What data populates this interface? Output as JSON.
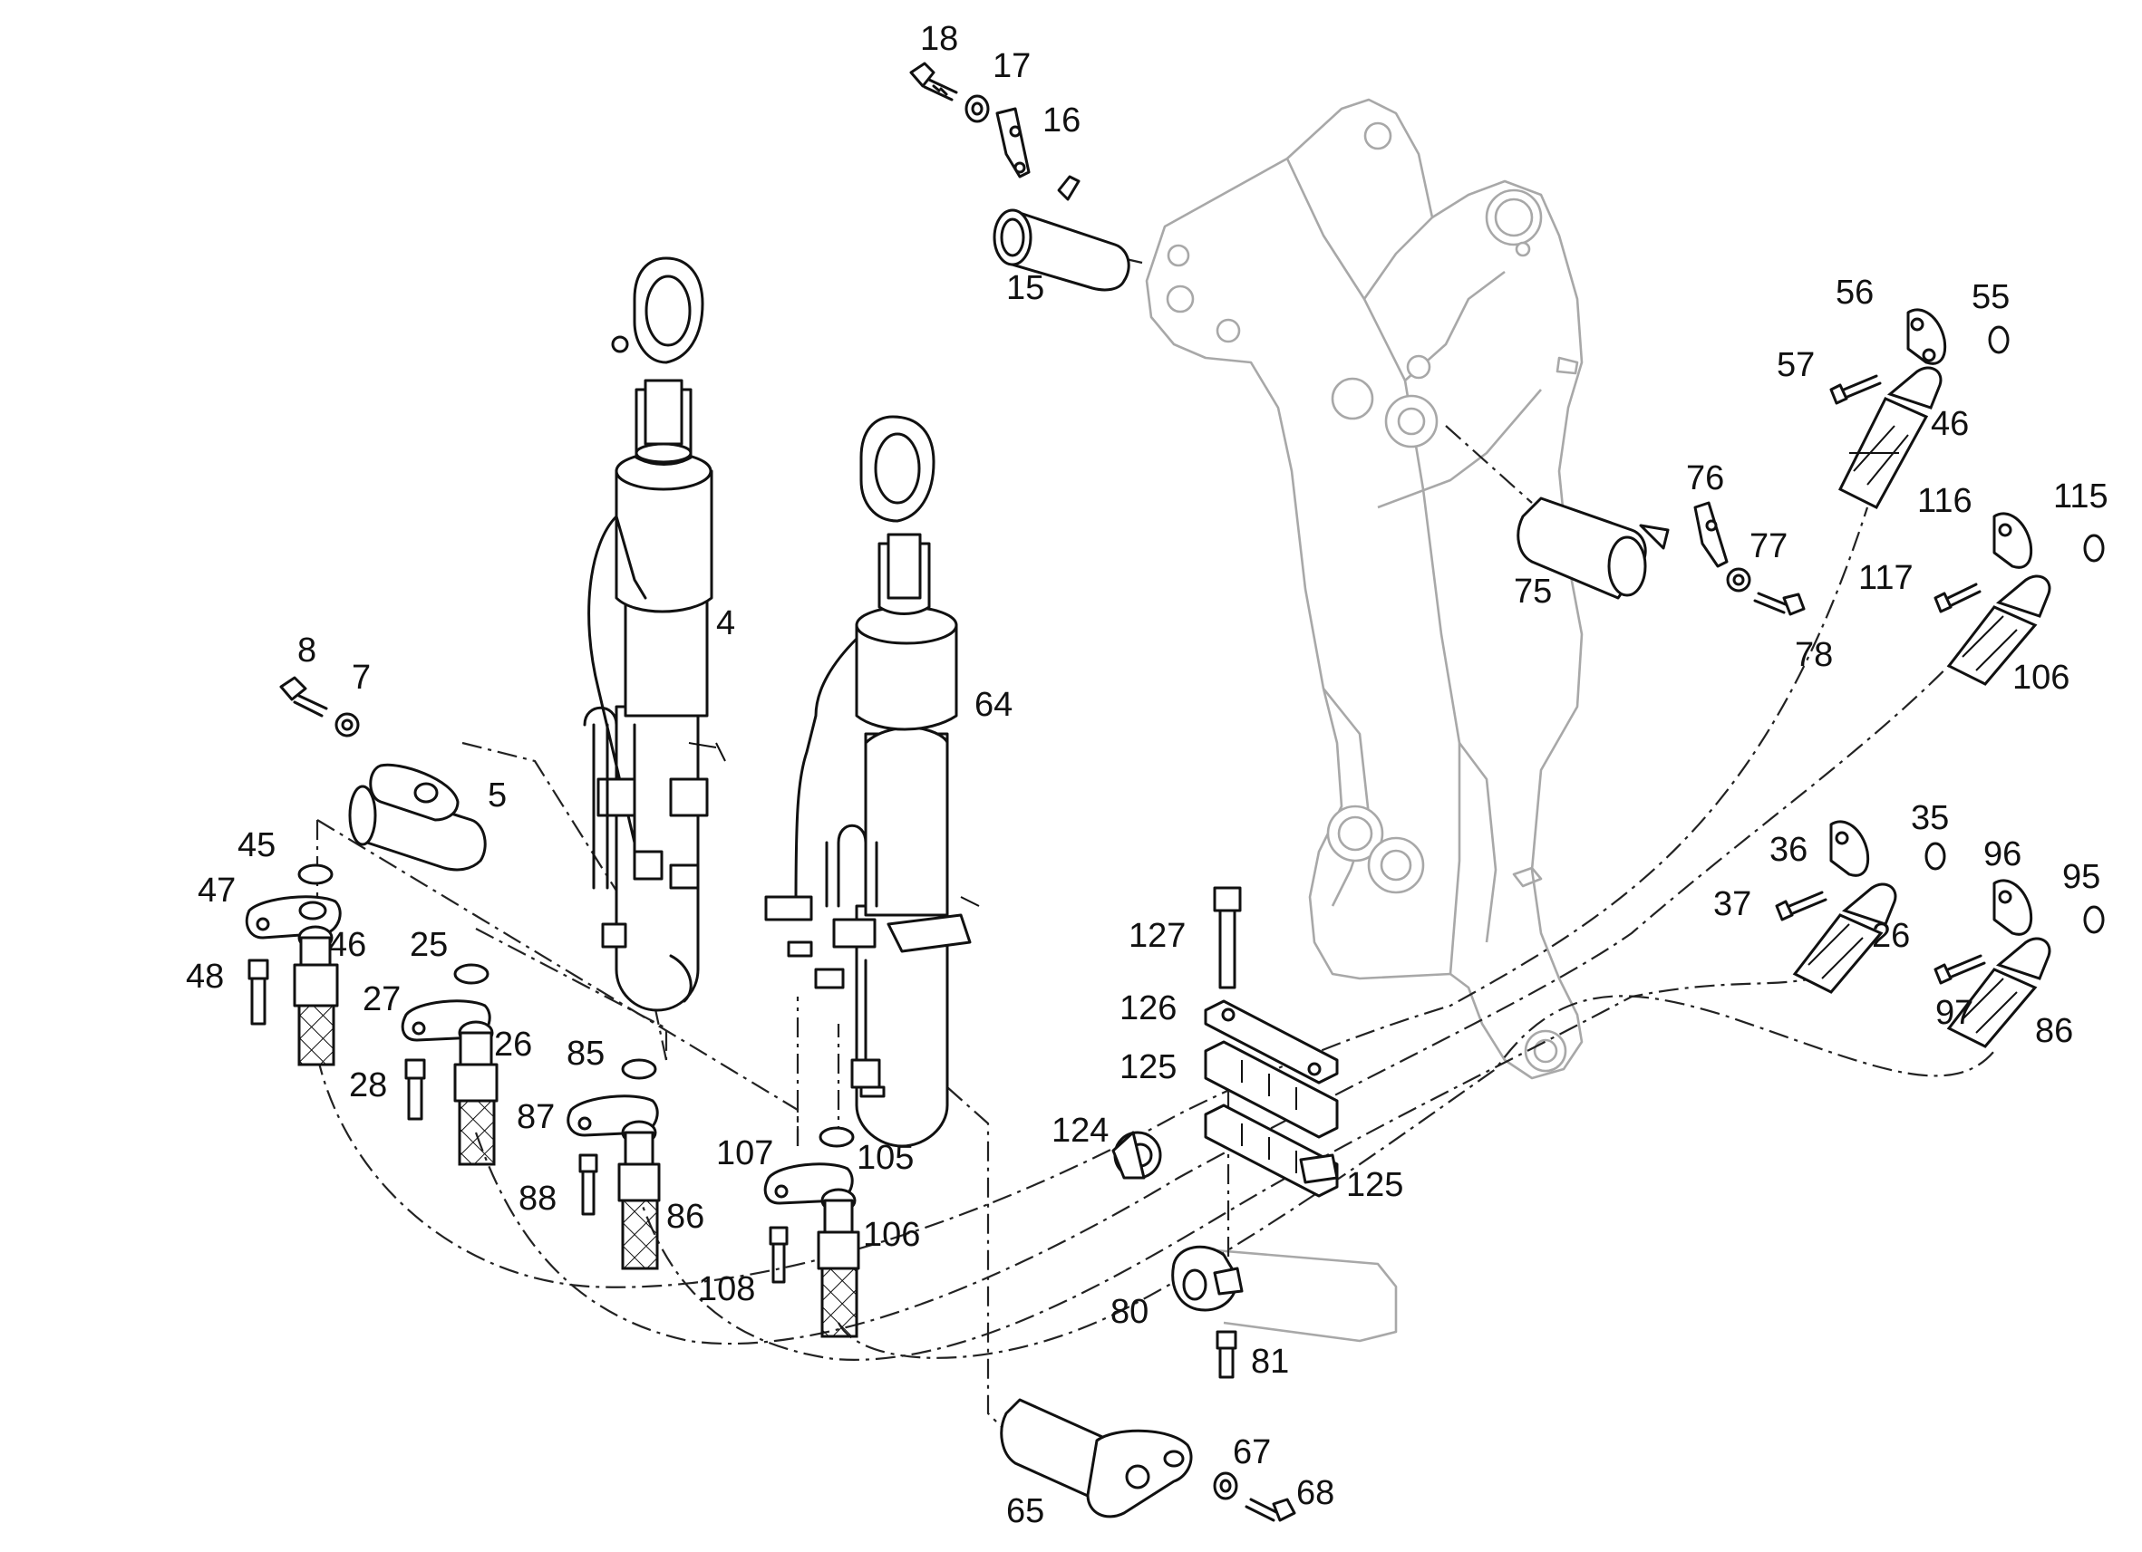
{
  "diagram": {
    "type": "exploded parts diagram",
    "labels": {
      "l4": "4",
      "l5": "5",
      "l7": "7",
      "l8": "8",
      "l15": "15",
      "l16": "16",
      "l17": "17",
      "l18": "18",
      "l25": "25",
      "l26a": "26",
      "l26b": "26",
      "l27": "27",
      "l28": "28",
      "l35": "35",
      "l36": "36",
      "l37": "37",
      "l45": "45",
      "l46a": "46",
      "l46b": "46",
      "l47": "47",
      "l48": "48",
      "l55": "55",
      "l56": "56",
      "l57": "57",
      "l64": "64",
      "l65": "65",
      "l67": "67",
      "l68": "68",
      "l75": "75",
      "l76": "76",
      "l77": "77",
      "l78": "78",
      "l80": "80",
      "l81": "81",
      "l85": "85",
      "l86a": "86",
      "l86b": "86",
      "l87": "87",
      "l88": "88",
      "l95": "95",
      "l96": "96",
      "l97": "97",
      "l105": "105",
      "l106a": "106",
      "l106b": "106",
      "l107": "107",
      "l108": "108",
      "l115": "115",
      "l116": "116",
      "l117": "117",
      "l124": "124",
      "l125a": "125",
      "l125b": "125",
      "l126": "126",
      "l127": "127"
    },
    "colors": {
      "line": "#111111",
      "background_part": "#a8a8a8",
      "paper": "#ffffff"
    }
  }
}
